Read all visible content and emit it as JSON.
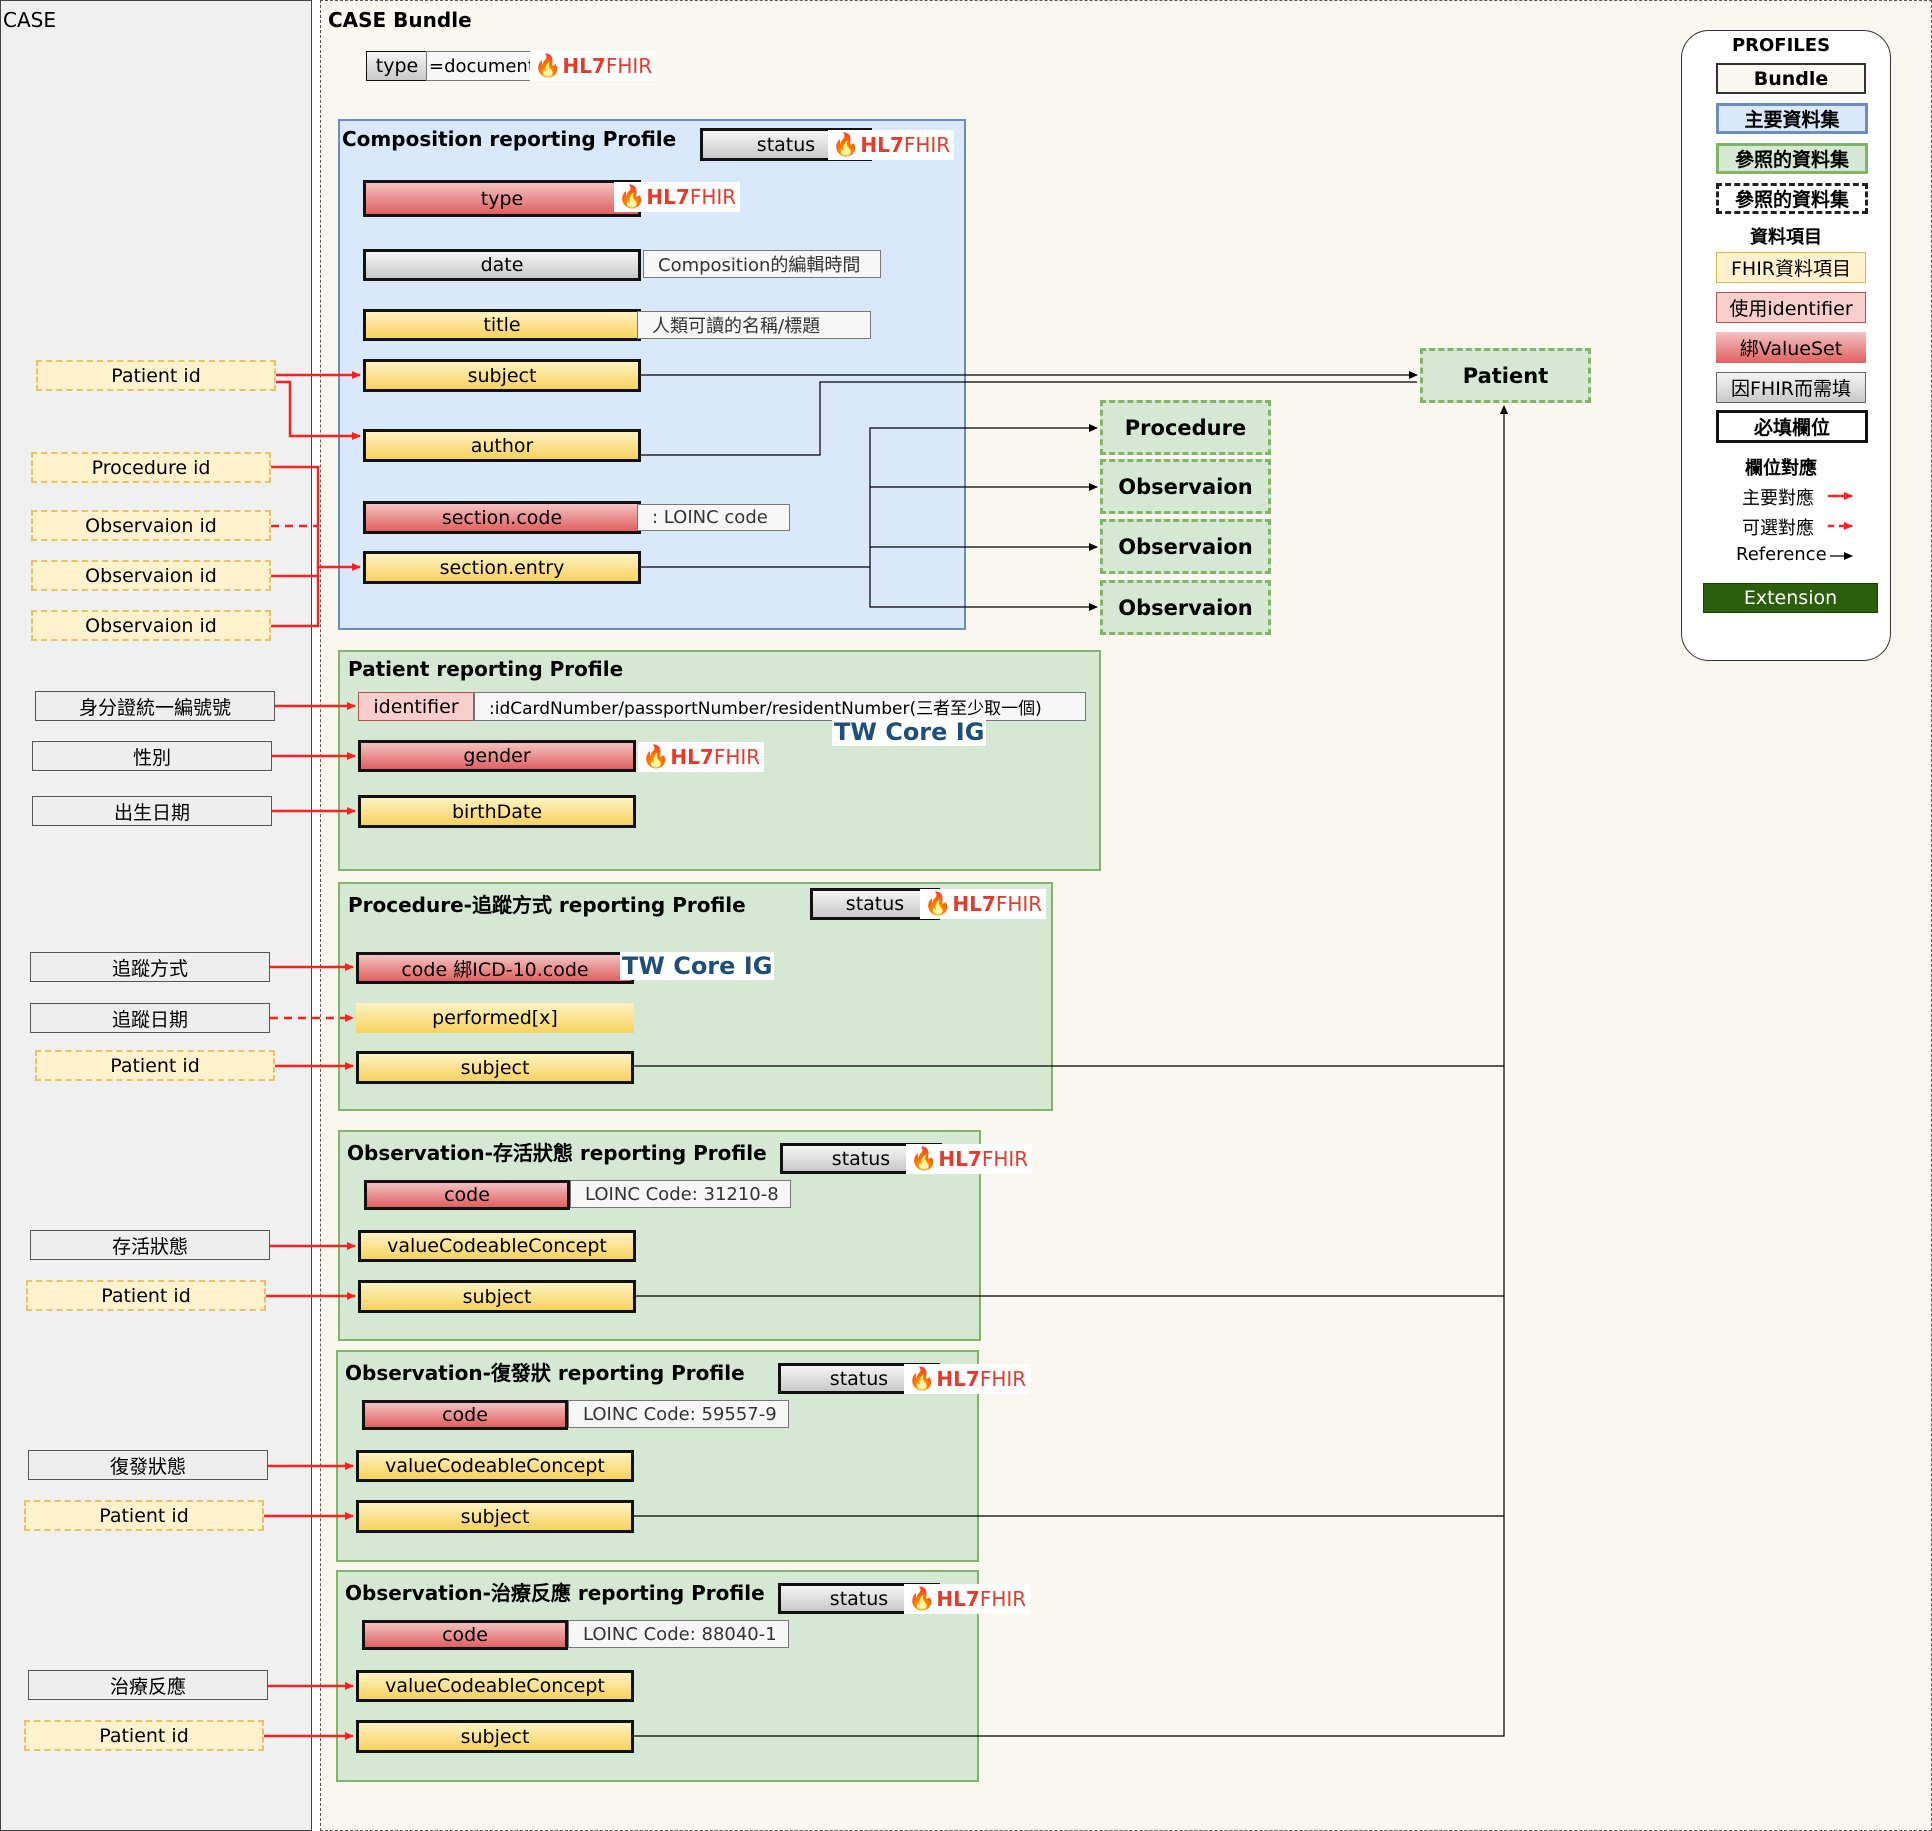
{
  "case": {
    "title": "CASE"
  },
  "bundle": {
    "title": "CASE Bundle",
    "type_label": "type",
    "type_value": "=document"
  },
  "hl7": {
    "hl": "HL7",
    "fhir": "FHIR"
  },
  "tw_core": "TW Core IG",
  "sources": {
    "patient_id": "Patient id",
    "procedure_id": "Procedure id",
    "observation_id": "Observaion id",
    "id_number": "身分證統一編號號",
    "gender": "性別",
    "birth_date": "出生日期",
    "track_method": "追蹤方式",
    "track_date": "追蹤日期",
    "survival": "存活狀態",
    "recurrence": "復發狀態",
    "response": "治療反應"
  },
  "composition": {
    "title": "Composition reporting Profile",
    "status": "status",
    "type": "type",
    "date": "date",
    "date_note": "Composition的編輯時間",
    "title_field": "title",
    "title_note": "人類可讀的名稱/標題",
    "subject": "subject",
    "author": "author",
    "section_code": "section.code",
    "section_code_note": ": LOINC code",
    "section_entry": "section.entry"
  },
  "refs": {
    "patient": "Patient",
    "procedure": "Procedure",
    "observation": "Observaion"
  },
  "patient_profile": {
    "title": "Patient reporting Profile",
    "identifier": "identifier",
    "identifier_note": ":idCardNumber/passportNumber/residentNumber(三者至少取一個)",
    "gender": "gender",
    "birth_date": "birthDate"
  },
  "procedure_profile": {
    "title": "Procedure-追蹤方式 reporting Profile",
    "status": "status",
    "code": "code 綁ICD-10.code",
    "performed": "performed[x]",
    "subject": "subject"
  },
  "obs_survival": {
    "title": "Observation-存活狀態 reporting Profile",
    "status": "status",
    "code": "code",
    "code_note": "LOINC Code: 31210-8",
    "value": "valueCodeableConcept",
    "subject": "subject"
  },
  "obs_recurrence": {
    "title": "Observation-復發狀 reporting Profile",
    "status": "status",
    "code": "code",
    "code_note": "LOINC Code: 59557-9",
    "value": "valueCodeableConcept",
    "subject": "subject"
  },
  "obs_response": {
    "title": "Observation-治療反應 reporting Profile",
    "status": "status",
    "code": "code",
    "code_note": "LOINC Code: 88040-1",
    "value": "valueCodeableConcept",
    "subject": "subject"
  },
  "legend": {
    "title": "PROFILES",
    "bundle": "Bundle",
    "main": "主要資料集",
    "referenced": "參照的資料集",
    "referenced_dash": "參照的資料集",
    "items_title": "資料項目",
    "fhir_item": "FHIR資料項目",
    "identifier": "使用identifier",
    "valueset": "綁ValueSet",
    "required_fhir": "因FHIR而需填",
    "mandatory": "必填欄位",
    "mapping_title": "欄位對應",
    "main_map": "主要對應",
    "optional_map": "可選對應",
    "reference": "Reference",
    "extension": "Extension"
  },
  "colors": {
    "mapping_red": "#ff2020",
    "composition_bg": "#dae8fc",
    "profile_bg": "#d5e8d4",
    "extension_bg": "#2d5e0e",
    "tw_core_blue": "#1f4e79"
  }
}
